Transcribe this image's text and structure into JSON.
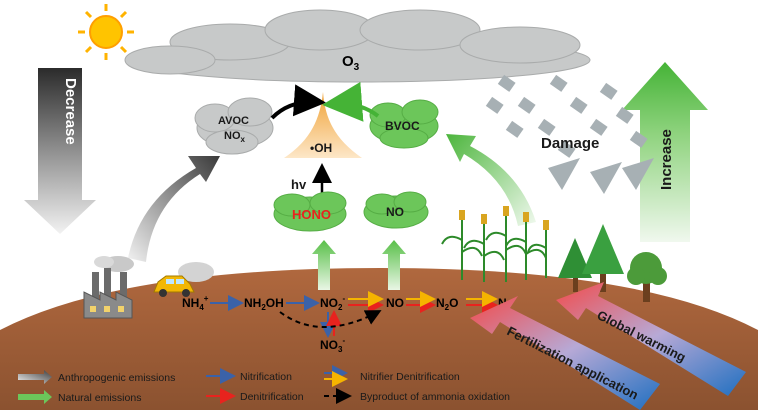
{
  "labels": {
    "ozone": "O",
    "ozone_sub": "3",
    "decrease": "Decrease",
    "increase": "Increase",
    "damage": "Damage",
    "avoc_line1": "AVOC",
    "avoc_nox": "NO",
    "avoc_nox_sub": "x",
    "bvoc": "BVOC",
    "oh": "•OH",
    "hv": "hv",
    "hono": "HONO",
    "no_cloud": "NO",
    "fertilization": "Fertilization application",
    "global_warming": "Global warming"
  },
  "chain": {
    "nh4": "NH",
    "nh4_sub": "4",
    "nh4_sup": "+",
    "nh2oh_a": "NH",
    "nh2oh_sub": "2",
    "nh2oh_b": "OH",
    "no2": "NO",
    "no2_sub": "2",
    "no2_sup": "-",
    "no": "NO",
    "n2o_a": "N",
    "n2o_sub": "2",
    "n2o_b": "O",
    "n2": "N",
    "n2_sub": "2",
    "no3": "NO",
    "no3_sub": "3",
    "no3_sup": "-"
  },
  "legend": {
    "anthropogenic": "Anthropogenic emissions",
    "natural": "Natural emissions",
    "nitrification": "Nitrification",
    "denitrification": "Denitrification",
    "nitrifier_denitrification": "Nitrifier Denitrification",
    "byproduct": "Byproduct of ammonia oxidation"
  },
  "colors": {
    "cloud_grey": "#c7c9c9",
    "green_cloud": "#6cc65a",
    "soil": "#a1603b",
    "nitrification_blue": "#3b62a8",
    "denitrification_red": "#e8231e",
    "nitrifier_yellow": "#f5b400",
    "hono_red": "#e8231e"
  }
}
